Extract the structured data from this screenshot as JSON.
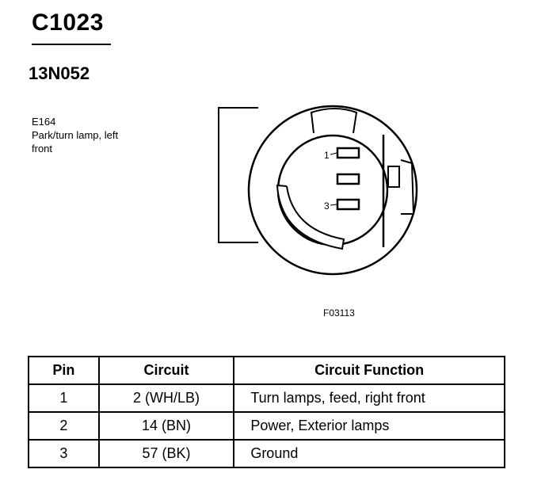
{
  "connector": {
    "id": "C1023",
    "part_number": "13N052",
    "component_code": "E164",
    "component_name_line1": "Park/turn lamp, left",
    "component_name_line2": "front",
    "figure_ref": "F03113",
    "pin_labels": [
      "1",
      "3"
    ]
  },
  "table": {
    "headers": [
      "Pin",
      "Circuit",
      "Circuit Function"
    ],
    "rows": [
      {
        "pin": "1",
        "circuit": "2 (WH/LB)",
        "function": "Turn lamps, feed, right front"
      },
      {
        "pin": "2",
        "circuit": "14 (BN)",
        "function": "Power, Exterior lamps"
      },
      {
        "pin": "3",
        "circuit": "57 (BK)",
        "function": "Ground"
      }
    ]
  }
}
